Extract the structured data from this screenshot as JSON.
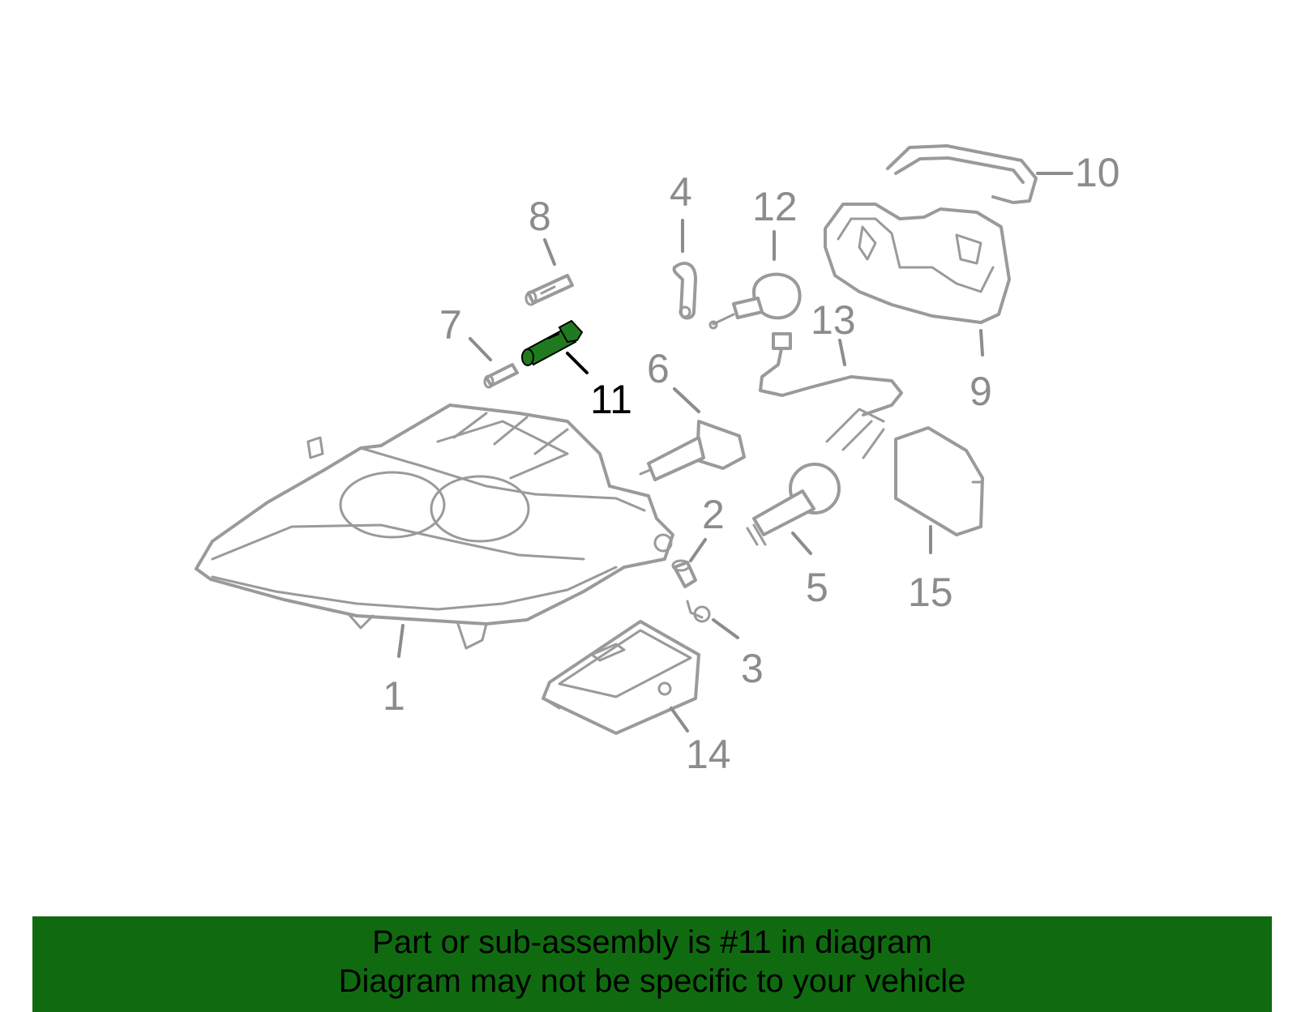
{
  "callouts": {
    "c1": "1",
    "c2": "2",
    "c3": "3",
    "c4": "4",
    "c5": "5",
    "c6": "6",
    "c7": "7",
    "c8": "8",
    "c9": "9",
    "c10": "10",
    "c11": "11",
    "c12": "12",
    "c13": "13",
    "c14": "14",
    "c15": "15"
  },
  "highlighted_part": "11",
  "colors": {
    "highlight_part": "#1f7a1f",
    "banner_background": "#106b10",
    "parts_stroke": "#9a9a9a",
    "callout_text": "#8c8c8c",
    "highlight_text": "#000000"
  },
  "banner": {
    "line1": "Part or sub-assembly is #11 in diagram",
    "line2": "Diagram may not be specific to your vehicle"
  }
}
